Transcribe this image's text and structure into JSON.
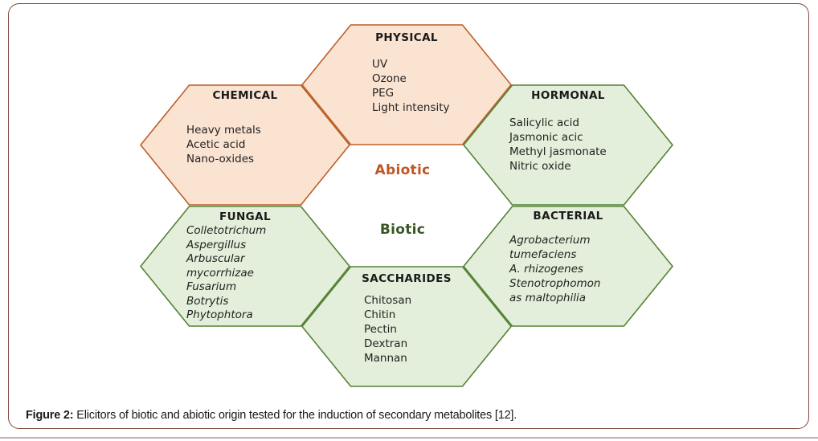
{
  "figure": {
    "caption_label": "Figure 2:",
    "caption_text": " Elicitors of biotic and abiotic origin tested for the induction of secondary metabolites [12]."
  },
  "diagram": {
    "center": {
      "abiotic": "Abiotic",
      "biotic": "Biotic"
    },
    "hexagons": [
      {
        "id": "physical",
        "title": "PHYSICAL",
        "category": "abiotic",
        "items": [
          "UV",
          "Ozone",
          "PEG",
          "Light intensity"
        ]
      },
      {
        "id": "chemical",
        "title": "CHEMICAL",
        "category": "abiotic",
        "items": [
          "Heavy metals",
          "Acetic acid",
          "Nano-oxides"
        ]
      },
      {
        "id": "hormonal",
        "title": "HORMONAL",
        "category": "biotic",
        "items": [
          "Salicylic acid",
          "Jasmonic acic",
          "Methyl jasmonate",
          "Nitric oxide"
        ]
      },
      {
        "id": "fungal",
        "title": "FUNGAL",
        "category": "biotic",
        "items": [
          "Colletotrichum",
          "Aspergillus",
          "Arbuscular",
          "mycorrhizae",
          "Fusarium",
          "Botrytis",
          "Phytophtora"
        ]
      },
      {
        "id": "bacterial",
        "title": "BACTERIAL",
        "category": "biotic",
        "items": [
          "Agrobacterium",
          "tumefaciens",
          "A. rhizogenes",
          "Stenotrophomon",
          "as maltophilia"
        ]
      },
      {
        "id": "saccharides",
        "title": "SACCHARIDES",
        "category": "biotic",
        "items": [
          "Chitosan",
          "Chitin",
          "Pectin",
          "Dextran",
          "Mannan"
        ]
      }
    ]
  },
  "colors": {
    "page-bg": "#ffffff",
    "peach-fill": "#fbe3d2",
    "peach-border": "#bc5e27",
    "green-fill": "#e3efda",
    "green-border": "#538135",
    "abiotic-text": "#c05621",
    "biotic-text": "#375623",
    "title-text": "#1a1a1a",
    "item-text": "#222222",
    "frame-border": "#7e4b3d",
    "bottom-rule": "#c6b1ad"
  }
}
